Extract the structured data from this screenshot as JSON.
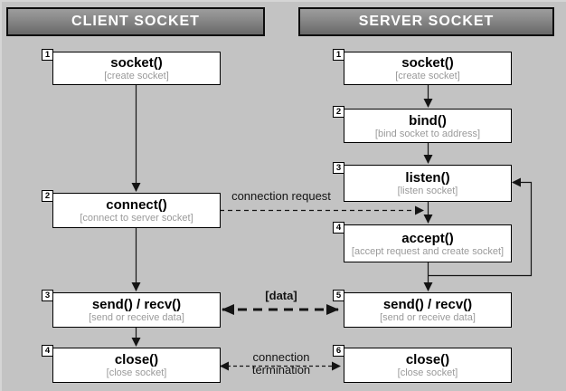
{
  "colors": {
    "background": "#c3c3c3",
    "box_fill": "#ffffff",
    "box_border": "#000000",
    "header_fill_top": "#9d9d9d",
    "header_fill_bottom": "#686868",
    "header_text": "#ffffff",
    "subtitle_text": "#9a9a9a",
    "arrow": "#141414"
  },
  "client": {
    "header": "CLIENT SOCKET",
    "steps": [
      {
        "num": "1",
        "title": "socket()",
        "subtitle": "[create socket]"
      },
      {
        "num": "2",
        "title": "connect()",
        "subtitle": "[connect to server socket]"
      },
      {
        "num": "3",
        "title": "send() / recv()",
        "subtitle": "[send or receive data]"
      },
      {
        "num": "4",
        "title": "close()",
        "subtitle": "[close socket]"
      }
    ]
  },
  "server": {
    "header": "SERVER SOCKET",
    "steps": [
      {
        "num": "1",
        "title": "socket()",
        "subtitle": "[create socket]"
      },
      {
        "num": "2",
        "title": "bind()",
        "subtitle": "[bind socket to address]"
      },
      {
        "num": "3",
        "title": "listen()",
        "subtitle": "[listen socket]"
      },
      {
        "num": "4",
        "title": "accept()",
        "subtitle": "[accept request and create socket]"
      },
      {
        "num": "5",
        "title": "send() / recv()",
        "subtitle": "[send or receive data]"
      },
      {
        "num": "6",
        "title": "close()",
        "subtitle": "[close socket]"
      }
    ]
  },
  "messages": {
    "connection_request": "connection request",
    "data": "[data]",
    "termination_line1": "connection",
    "termination_line2": "termination"
  }
}
